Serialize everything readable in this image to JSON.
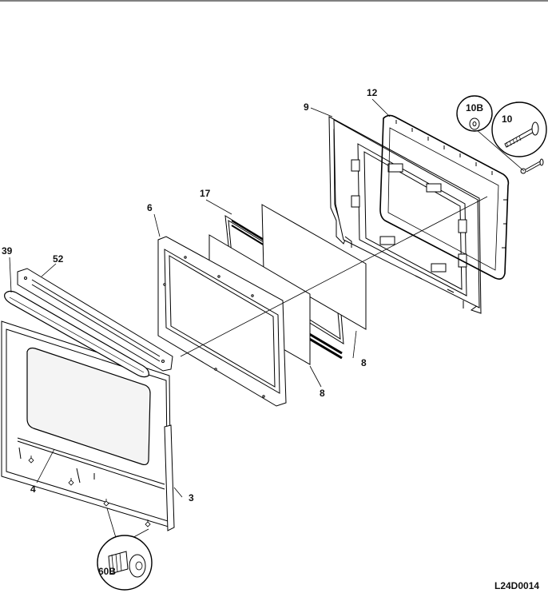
{
  "diagram": {
    "code": "L24D0014",
    "callouts": {
      "c12": "12",
      "c9": "9",
      "c10b": "10B",
      "c10": "10",
      "c17": "17",
      "c6": "6",
      "c39": "39",
      "c52": "52",
      "c8a": "8",
      "c8b": "8",
      "c4": "4",
      "c3": "3",
      "c60b": "60B"
    }
  }
}
